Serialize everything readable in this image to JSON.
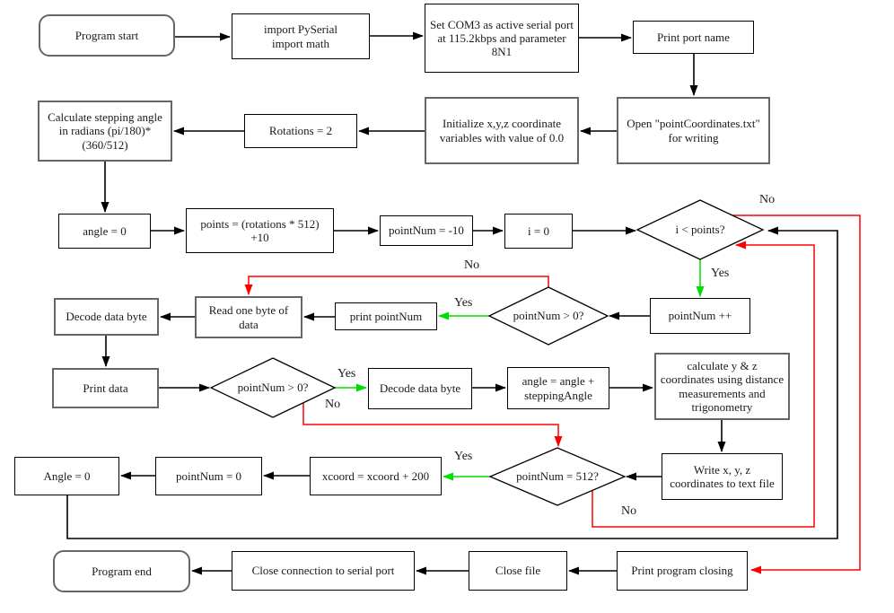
{
  "colors": {
    "flow": "#000000",
    "no_path": "#ff0000",
    "yes_path": "#00dd00",
    "box_border_dark": "#000000",
    "box_border_gray": "#666666"
  },
  "nodes": [
    {
      "id": "program-start",
      "label": "Program start"
    },
    {
      "id": "imports",
      "label": "import PySerial\nimport math"
    },
    {
      "id": "set-com3",
      "label": "Set COM3 as active serial port at 115.2kbps and parameter 8N1"
    },
    {
      "id": "print-port-name",
      "label": "Print port name"
    },
    {
      "id": "calc-stepping",
      "label": "Calculate stepping angle in radians (pi/180)*(360/512)"
    },
    {
      "id": "rotations",
      "label": "Rotations = 2"
    },
    {
      "id": "initialize",
      "label": "Initialize x,y,z coordinate variables with value of 0.0"
    },
    {
      "id": "open-file",
      "label": "Open \"pointCoordinates.txt\" for writing"
    },
    {
      "id": "angle-lower",
      "label": "angle = 0"
    },
    {
      "id": "points-calc",
      "label": "points = (rotations * 512) +10"
    },
    {
      "id": "pointnum-neg",
      "label": "pointNum = -10"
    },
    {
      "id": "i-zero",
      "label": "i = 0"
    },
    {
      "id": "decision-i-lt-points",
      "label": "i < points?"
    },
    {
      "id": "pointnum-inc",
      "label": "pointNum ++"
    },
    {
      "id": "decision-pointnum-gt0-a",
      "label": "pointNum > 0?"
    },
    {
      "id": "print-pointnum",
      "label": "print pointNum"
    },
    {
      "id": "read-byte",
      "label": "Read one byte of data"
    },
    {
      "id": "decode-byte-a",
      "label": "Decode data byte"
    },
    {
      "id": "print-data",
      "label": "Print data"
    },
    {
      "id": "decision-pointnum-gt0-b",
      "label": "pointNum > 0?"
    },
    {
      "id": "decode-byte-b",
      "label": "Decode data byte"
    },
    {
      "id": "angle-stepping",
      "label": "angle = angle + steppingAngle"
    },
    {
      "id": "calc-yz",
      "label": "calculate y & z coordinates using distance measurements and trigonometry"
    },
    {
      "id": "write-xyz",
      "label": "Write x, y, z coordinates to text file"
    },
    {
      "id": "decision-pointnum-512",
      "label": "pointNum = 512?"
    },
    {
      "id": "xcoord",
      "label": "xcoord = xcoord + 200"
    },
    {
      "id": "pointnum-zero",
      "label": "pointNum = 0"
    },
    {
      "id": "angle-upper",
      "label": "Angle = 0"
    },
    {
      "id": "program-end",
      "label": "Program end"
    },
    {
      "id": "close-serial",
      "label": "Close connection to serial port"
    },
    {
      "id": "close-file",
      "label": "Close file"
    },
    {
      "id": "print-closing",
      "label": "Print program closing"
    }
  ],
  "edge_labels": [
    {
      "text": "Yes"
    },
    {
      "text": "No"
    },
    {
      "text": "Yes"
    },
    {
      "text": "No"
    },
    {
      "text": "Yes"
    },
    {
      "text": "No"
    },
    {
      "text": "Yes"
    },
    {
      "text": "No"
    }
  ]
}
